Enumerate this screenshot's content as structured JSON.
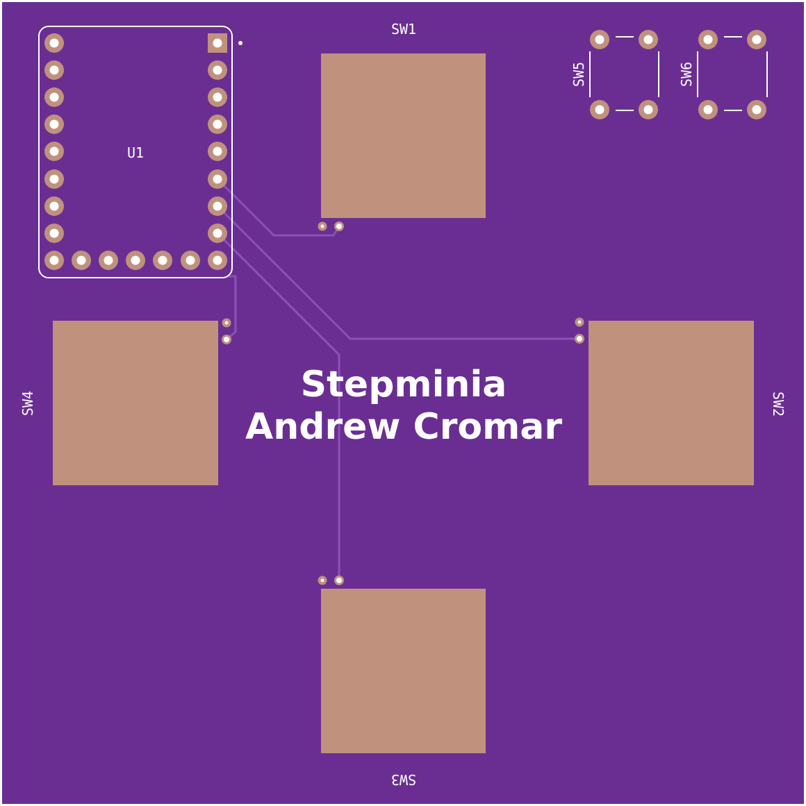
{
  "board": {
    "title": "Stepminia",
    "author": "Andrew Cromar",
    "colors": {
      "substrate": "#6a2e93",
      "copper": "#c0927e",
      "silkscreen": "#ffffff",
      "trace": "#8a52b6",
      "hole": "#ffffff"
    }
  },
  "components": {
    "u1": {
      "ref": "U1"
    },
    "sw1": {
      "ref": "SW1"
    },
    "sw2": {
      "ref": "SW2"
    },
    "sw3": {
      "ref": "SW3"
    },
    "sw4": {
      "ref": "SW4"
    },
    "sw5": {
      "ref": "SW5"
    },
    "sw6": {
      "ref": "SW6"
    }
  }
}
